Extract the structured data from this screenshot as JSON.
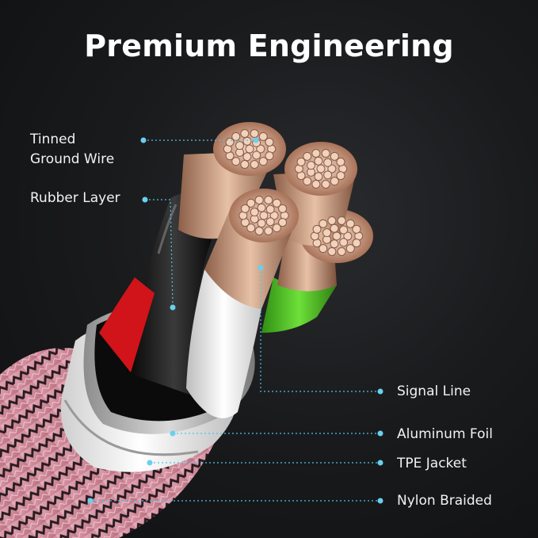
{
  "title": "Premium Engineering",
  "labels": {
    "tinned_line1": "Tinned",
    "tinned_line2": "Ground Wire",
    "rubber": "Rubber Layer",
    "signal": "Signal Line",
    "foil": "Aluminum Foil",
    "tpe": "TPE Jacket",
    "nylon": "Nylon Braided"
  },
  "colors": {
    "background": "#141517",
    "title_text": "#ffffff",
    "callout_line": "#4ec3e6",
    "braid": "#d79aa8",
    "copper": "#c99a7d",
    "insulation_red": "#d0141a",
    "insulation_green": "#4ec21c",
    "insulation_white": "#eeeeee",
    "rubber": "#1a1a1a"
  }
}
